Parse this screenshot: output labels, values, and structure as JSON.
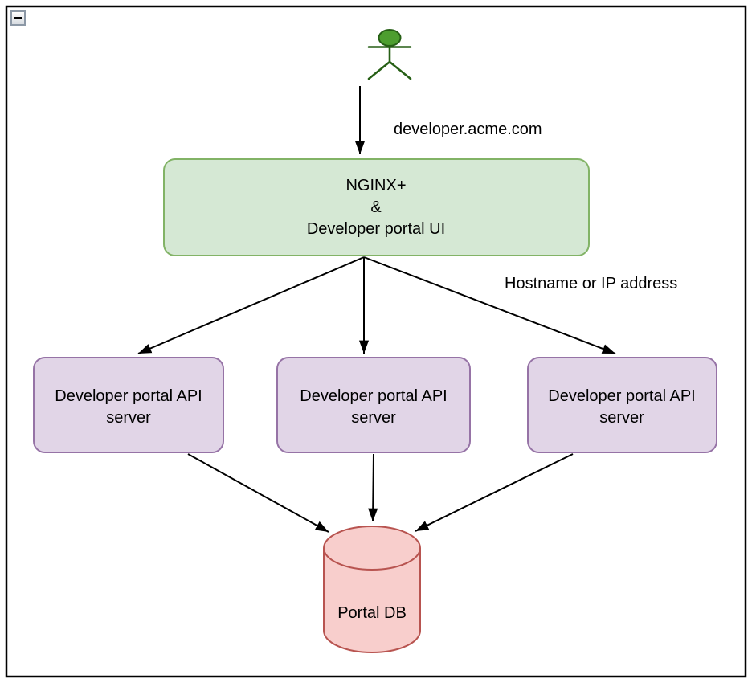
{
  "canvas": {
    "background": "#ffffff",
    "border_color": "#000000",
    "collapse_button": {
      "icon": "minus-icon"
    }
  },
  "actor": {
    "head_fill": "#4d9e2f",
    "stroke": "#265f15"
  },
  "edges": {
    "color": "#000000",
    "user_to_gateway_label": "developer.acme.com",
    "gateway_to_servers_label": "Hostname or IP address"
  },
  "nodes": {
    "gateway": {
      "lines": [
        "NGINX+",
        "&",
        "Developer portal UI"
      ],
      "fill": "#d5e8d4",
      "stroke": "#82b366"
    },
    "api_server_style": {
      "fill": "#e1d5e7",
      "stroke": "#9673a6"
    },
    "api_servers": [
      {
        "lines": [
          "Developer portal API",
          "server"
        ]
      },
      {
        "lines": [
          "Developer portal API",
          "server"
        ]
      },
      {
        "lines": [
          "Developer portal API",
          "server"
        ]
      }
    ],
    "database": {
      "label": "Portal DB",
      "fill": "#f8cecc",
      "stroke": "#b85450"
    }
  }
}
